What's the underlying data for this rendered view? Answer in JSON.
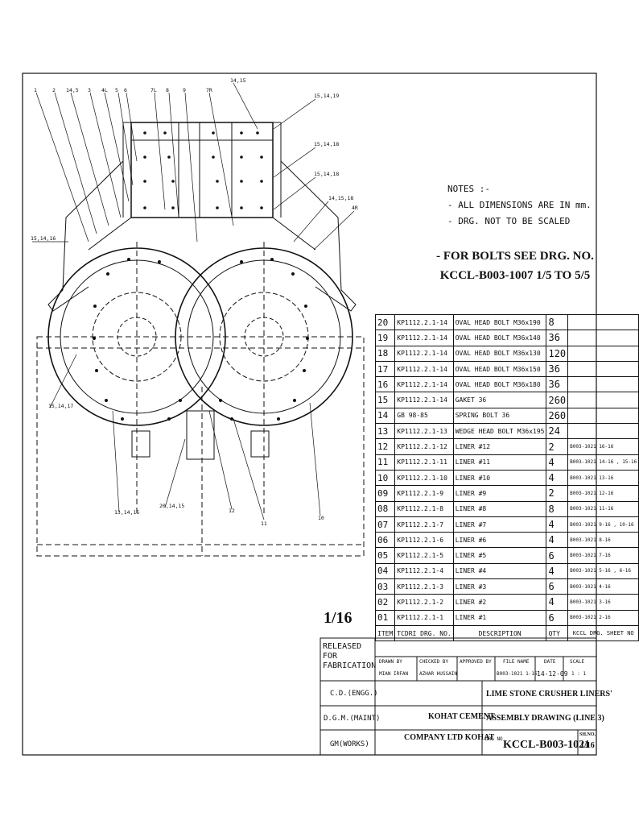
{
  "notes": {
    "heading": "NOTES :-",
    "line1": "- ALL DIMENSIONS ARE IN mm.",
    "line2": "- DRG. NOT TO BE SCALED",
    "bolt_line1": "- FOR BOLTS SEE DRG. NO.",
    "bolt_line2": "KCCL-B003-1007  1/5 TO 5/5"
  },
  "callouts": {
    "c1": "1",
    "c2": "2",
    "c14_5": "14,5",
    "c3": "3",
    "c4L": "4L",
    "c5": "5",
    "c6": "6",
    "c7L": "7L",
    "c8": "8",
    "c9": "9",
    "c7R": "7R",
    "c14_15": "14,15",
    "c15_14_19": "15,14,19",
    "c15_14_18a": "15,14,18",
    "c15_14_18b": "15,14,18",
    "c14_15_18": "14,15,18",
    "c4R": "4R",
    "c15_14_16": "15,14,16",
    "c15_14_17": "15,14,17",
    "c13_14_15": "13,14,15",
    "c20_14_15": "20,14,15",
    "c12": "12",
    "c11": "11",
    "c10": "10"
  },
  "bom": [
    {
      "item": "20",
      "part": "KP1112.2.1-14",
      "desc": "OVAL HEAD BOLT M36x190",
      "qty": "8",
      "ref": ""
    },
    {
      "item": "19",
      "part": "KP1112.2.1-14",
      "desc": "OVAL HEAD BOLT M36x140",
      "qty": "36",
      "ref": ""
    },
    {
      "item": "18",
      "part": "KP1112.2.1-14",
      "desc": "OVAL HEAD BOLT M36x130",
      "qty": "120",
      "ref": ""
    },
    {
      "item": "17",
      "part": "KP1112.2.1-14",
      "desc": "OVAL HEAD BOLT M36x150",
      "qty": "36",
      "ref": ""
    },
    {
      "item": "16",
      "part": "KP1112.2.1-14",
      "desc": "OVAL HEAD BOLT M36x180",
      "qty": "36",
      "ref": ""
    },
    {
      "item": "15",
      "part": "KP1112.2.1-14",
      "desc": "GAKET 36",
      "qty": "260",
      "ref": ""
    },
    {
      "item": "14",
      "part": "GB 98-85",
      "desc": "SPRING BOLT 36",
      "qty": "260",
      "ref": ""
    },
    {
      "item": "13",
      "part": "KP1112.2.1-13",
      "desc": "WEDGE HEAD BOLT M36x195",
      "qty": "24",
      "ref": ""
    },
    {
      "item": "12",
      "part": "KP1112.2.1-12",
      "desc": "LINER   #12",
      "qty": "2",
      "ref": "B003-1021 16-16"
    },
    {
      "item": "11",
      "part": "KP1112.2.1-11",
      "desc": "LINER   #11",
      "qty": "4",
      "ref": "B003-1021 14-16 , 15-16"
    },
    {
      "item": "10",
      "part": "KP1112.2.1-10",
      "desc": "LINER   #10",
      "qty": "4",
      "ref": "B003-1021 13-16"
    },
    {
      "item": "09",
      "part": "KP1112.2.1-9",
      "desc": "LINER   #9",
      "qty": "2",
      "ref": "B003-1021 12-16"
    },
    {
      "item": "08",
      "part": "KP1112.2.1-8",
      "desc": "LINER   #8",
      "qty": "8",
      "ref": "B003-1021 11-16"
    },
    {
      "item": "07",
      "part": "KP1112.2.1-7",
      "desc": "LINER   #7",
      "qty": "4",
      "ref": "B003-1021 9-16 , 10-16"
    },
    {
      "item": "06",
      "part": "KP1112.2.1-6",
      "desc": "LINER   #6",
      "qty": "4",
      "ref": "B003-1021 8-16"
    },
    {
      "item": "05",
      "part": "KP1112.2.1-5",
      "desc": "LINER   #5",
      "qty": "6",
      "ref": "B003-1021 7-16"
    },
    {
      "item": "04",
      "part": "KP1112.2.1-4",
      "desc": "LINER   #4",
      "qty": "4",
      "ref": "B003-1021 5-16 , 6-16"
    },
    {
      "item": "03",
      "part": "KP1112.2.1-3",
      "desc": "LINER   #3",
      "qty": "6",
      "ref": "B003-1021 4-16"
    },
    {
      "item": "02",
      "part": "KP1112.2.1-2",
      "desc": "LINER   #2",
      "qty": "4",
      "ref": "B003-1021 3-16"
    },
    {
      "item": "01",
      "part": "KP1112.2.1-1",
      "desc": "LINER   #1",
      "qty": "6",
      "ref": "B003-1021 2-16"
    }
  ],
  "bom_header": {
    "item": "ITEM",
    "part": "TCDRI DRG. NO.",
    "desc": "DESCRIPTION",
    "qty": "QTY",
    "ref": "KCCL DRG. SHEET NO"
  },
  "sheet_label": "1/16",
  "title_block": {
    "released": "RELEASED FOR FABRICATION",
    "drawn_by_label": "DRAWN BY",
    "drawn_by": "MIAN IRFAN",
    "checked_by_label": "CHECKED BY",
    "checked_by": "AZHAR HUSSAIN",
    "approved_by_label": "APPROVED BY",
    "file_name_label": "FILE NAME",
    "file_name": "B003-1021 1-16",
    "date_label": "DATE",
    "date": "14-12-09",
    "scale_label": "SCALE",
    "scale": "1 : 1",
    "cd": "C.D.(ENGG.)",
    "dgm": "D.G.M.(MAINT)",
    "gm": "GM(WORKS)",
    "company1": "KOHAT CEMENT",
    "company2": "COMPANY LTD KOHAT",
    "title1": "LIME  STONE  CRUSHER LINERS'",
    "title2": "ASSEMBLY  DRAWING  (LINE 3)",
    "drg_no_label": "DRG NO",
    "drg_no": "KCCL-B003-1021",
    "sh_no_label": "SH.NO.",
    "sh_no": "1/16"
  }
}
